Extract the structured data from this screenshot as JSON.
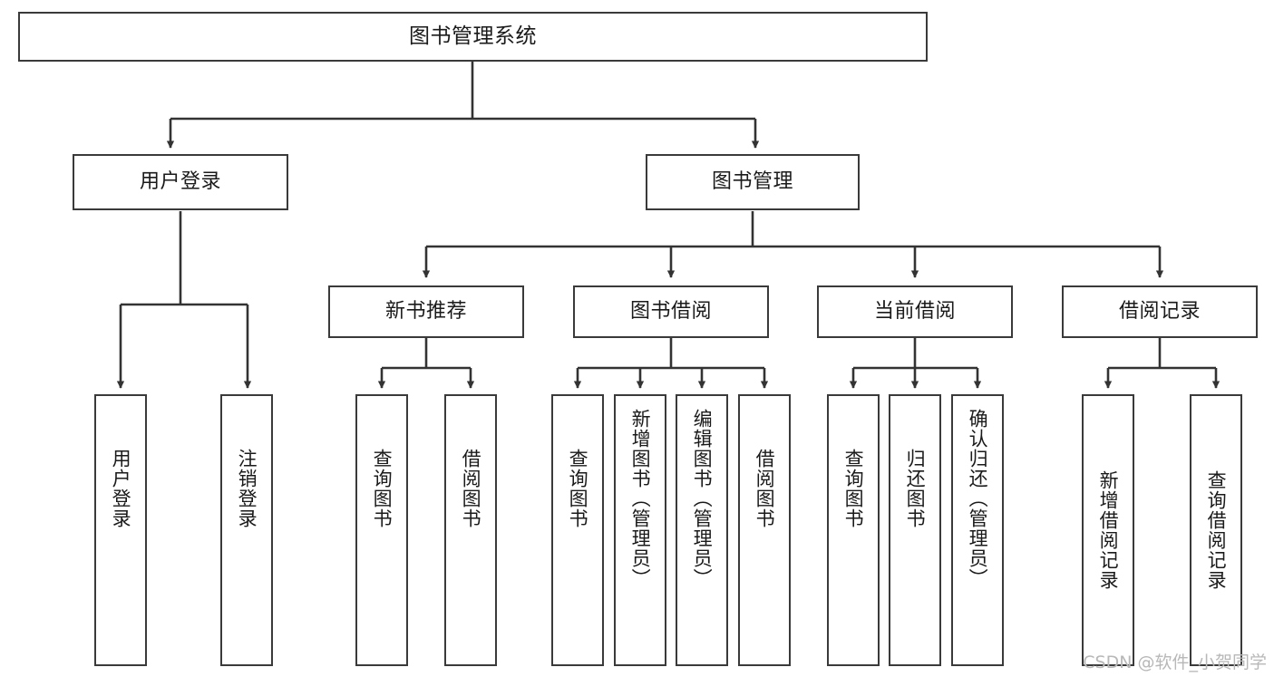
{
  "diagram": {
    "type": "tree-hierarchy",
    "title": "图书管理系统",
    "watermark": "CSDN @软件_小贺同学",
    "colors": {
      "box_border": "#3a3a3a",
      "box_fill": "#ffffff",
      "edge": "#333333",
      "text": "#1a1a1a",
      "watermark": "#b8b8b8",
      "background": "#ffffff"
    },
    "nodes": {
      "root": {
        "label": "图书管理系统"
      },
      "level2": [
        {
          "id": "user-login",
          "label": "用户登录"
        },
        {
          "id": "book-management",
          "label": "图书管理"
        }
      ],
      "level3": [
        {
          "id": "new-book-recommend",
          "label": "新书推荐"
        },
        {
          "id": "book-borrow",
          "label": "图书借阅"
        },
        {
          "id": "current-borrow",
          "label": "当前借阅"
        },
        {
          "id": "borrow-record",
          "label": "借阅记录"
        }
      ],
      "leaves": {
        "user_login": [
          {
            "id": "leaf-user-login",
            "label": "用户登录"
          },
          {
            "id": "leaf-logout-login",
            "label": "注销登录"
          }
        ],
        "new_book_recommend": [
          {
            "id": "leaf-query-book-1",
            "label": "查询图书"
          },
          {
            "id": "leaf-borrow-book-1",
            "label": "借阅图书"
          }
        ],
        "book_borrow": [
          {
            "id": "leaf-query-book-2",
            "label": "查询图书"
          },
          {
            "id": "leaf-add-book",
            "label": "新增图书（管理员）"
          },
          {
            "id": "leaf-edit-book",
            "label": "编辑图书（管理员）"
          },
          {
            "id": "leaf-borrow-book-2",
            "label": "借阅图书"
          }
        ],
        "current_borrow": [
          {
            "id": "leaf-query-book-3",
            "label": "查询图书"
          },
          {
            "id": "leaf-return-book",
            "label": "归还图书"
          },
          {
            "id": "leaf-confirm-return",
            "label": "确认归还（管理员）"
          }
        ],
        "borrow_record": [
          {
            "id": "leaf-add-record",
            "label": "新增借阅记录"
          },
          {
            "id": "leaf-query-record",
            "label": "查询借阅记录"
          }
        ]
      }
    }
  }
}
